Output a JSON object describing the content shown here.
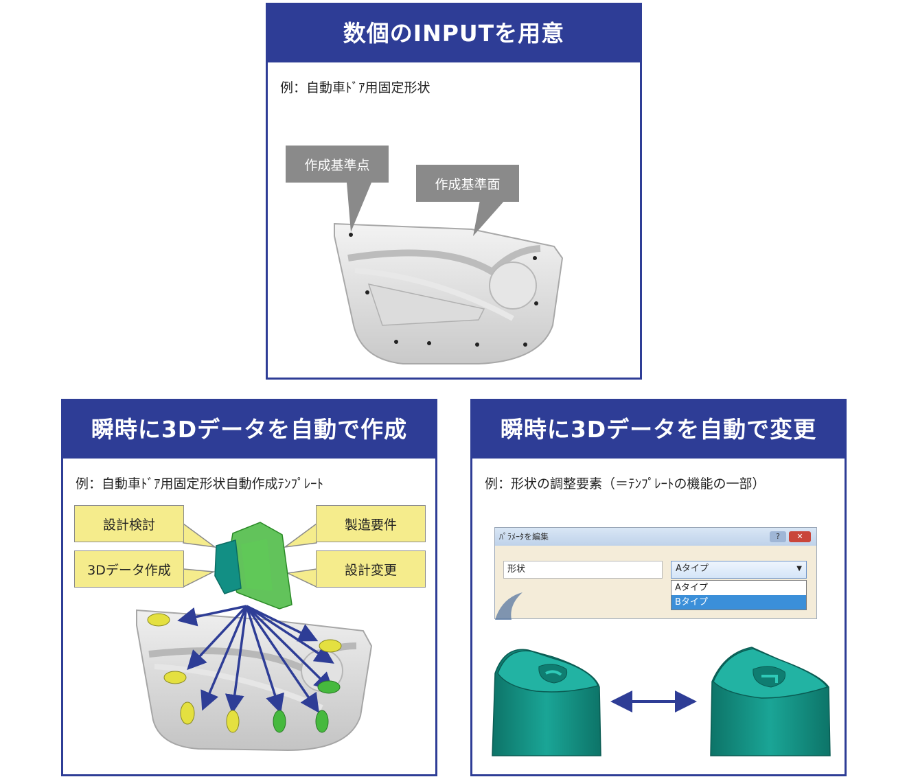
{
  "top_panel": {
    "title": "数個のINPUTを用意",
    "example": "例：自動車ﾄﾞｱ用固定形状",
    "callout_point": "作成基準点",
    "callout_plane": "作成基準面"
  },
  "left_panel": {
    "title": "瞬時に3Dデータを自動で作成",
    "example": "例：自動車ﾄﾞｱ用固定形状自動作成ﾃﾝﾌﾟﾚｰﾄ",
    "callouts": [
      "設計検討",
      "製造要件",
      "3Dデータ作成",
      "設計変更"
    ]
  },
  "right_panel": {
    "title": "瞬時に3Dデータを自動で変更",
    "example": "例：形状の調整要素（＝ﾃﾝﾌﾟﾚｰﾄの機能の一部）",
    "dialog": {
      "title": "ﾊﾟﾗﾒｰﾀを編集",
      "help_btn": "?",
      "close_btn": "✕",
      "field_label": "形状",
      "selected": "Aタイプ",
      "options": [
        "Aタイプ",
        "Bタイプ"
      ]
    }
  },
  "colors": {
    "header_blue": "#2e3d96",
    "arrow_blue": "#2e3d96",
    "callout_gray": "#8a8a8a",
    "callout_yellow": "#f5ec8c",
    "part_green": "#3fae3a",
    "part_teal": "#128f84",
    "clip_yellow": "#e4e040"
  }
}
